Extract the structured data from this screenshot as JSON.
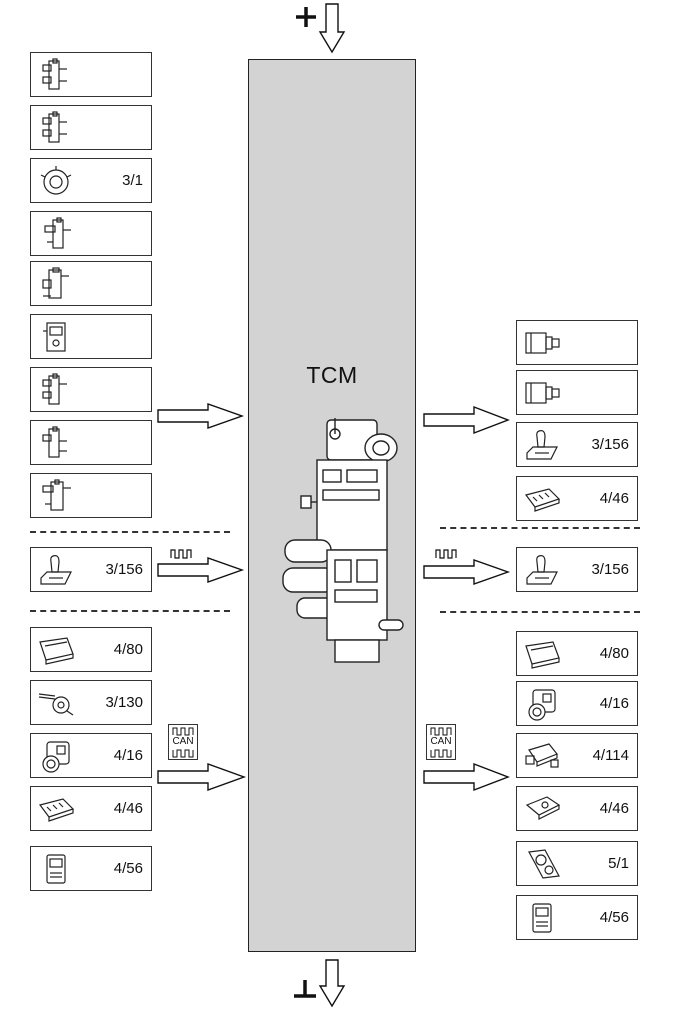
{
  "center_unit": {
    "label": "TCM"
  },
  "left_inputs": {
    "group1": [
      {
        "icon": "hydraulic-valve-icon",
        "code": ""
      },
      {
        "icon": "hydraulic-valve-icon",
        "code": ""
      },
      {
        "icon": "rotary-sensor-icon",
        "code": "3/1"
      },
      {
        "icon": "hydraulic-valve-icon",
        "code": ""
      },
      {
        "icon": "hydraulic-valve-icon",
        "code": ""
      },
      {
        "icon": "pressure-switch-icon",
        "code": ""
      },
      {
        "icon": "hydraulic-valve-icon",
        "code": ""
      },
      {
        "icon": "hydraulic-valve-icon",
        "code": ""
      },
      {
        "icon": "hydraulic-valve-icon",
        "code": ""
      }
    ],
    "group2": [
      {
        "icon": "gear-selector-icon",
        "code": "3/156"
      }
    ],
    "group3": [
      {
        "icon": "control-module-icon",
        "code": "4/80"
      },
      {
        "icon": "steering-column-switch-icon",
        "code": "3/130"
      },
      {
        "icon": "throttle-body-icon",
        "code": "4/16"
      },
      {
        "icon": "engine-ecu-icon",
        "code": "4/46"
      },
      {
        "icon": "body-module-icon",
        "code": "4/56"
      }
    ]
  },
  "right_outputs": {
    "group1": [
      {
        "icon": "solenoid-valve-icon",
        "code": ""
      },
      {
        "icon": "solenoid-valve-icon",
        "code": ""
      },
      {
        "icon": "gear-selector-icon",
        "code": "3/156"
      },
      {
        "icon": "engine-ecu-icon",
        "code": "4/46"
      }
    ],
    "group2": [
      {
        "icon": "gear-selector-icon",
        "code": "3/156"
      }
    ],
    "group3": [
      {
        "icon": "control-module-icon",
        "code": "4/80"
      },
      {
        "icon": "throttle-body-icon",
        "code": "4/16"
      },
      {
        "icon": "airbag-module-icon",
        "code": "4/114"
      },
      {
        "icon": "abs-module-icon",
        "code": "4/46"
      },
      {
        "icon": "instrument-cluster-icon",
        "code": "5/1"
      },
      {
        "icon": "body-module-icon",
        "code": "4/56"
      }
    ]
  },
  "signals": {
    "can_label": "CAN"
  }
}
